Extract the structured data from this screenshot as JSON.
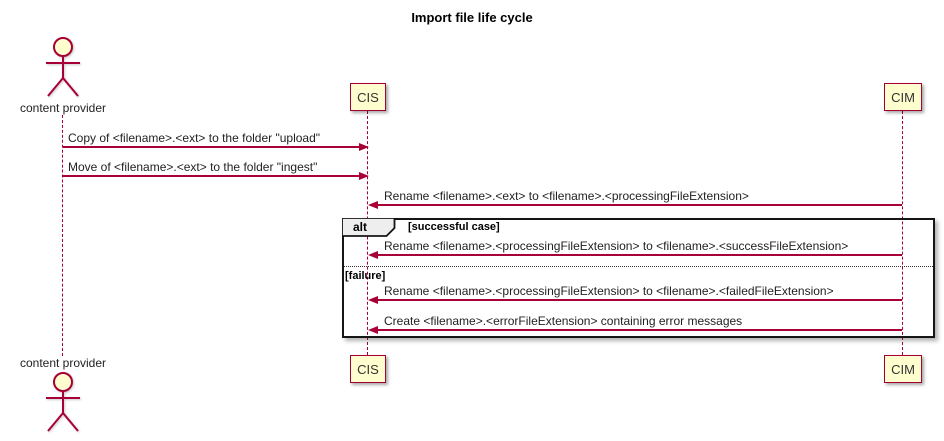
{
  "title": "Import file life cycle",
  "actor": {
    "name": "content provider"
  },
  "participants": [
    {
      "name": "CIS"
    },
    {
      "name": "CIM"
    }
  ],
  "messages": [
    {
      "from": "content provider",
      "to": "CIS",
      "text": "Copy of <filename>.<ext> to the folder \"upload\""
    },
    {
      "from": "content provider",
      "to": "CIS",
      "text": "Move of <filename>.<ext> to the folder \"ingest\""
    },
    {
      "from": "CIM",
      "to": "CIS",
      "text": "Rename <filename>.<ext> to <filename>.<processingFileExtension>"
    },
    {
      "from": "CIM",
      "to": "CIS",
      "text": "Rename <filename>.<processingFileExtension> to <filename>.<successFileExtension>"
    },
    {
      "from": "CIM",
      "to": "CIS",
      "text": "Rename <filename>.<processingFileExtension> to <filename>.<failedFileExtension>"
    },
    {
      "from": "CIM",
      "to": "CIS",
      "text": "Create <filename>.<errorFileExtension> containing error messages"
    }
  ],
  "alt_frame": {
    "operator": "alt",
    "sections": [
      {
        "guard": "[successful case]"
      },
      {
        "guard": "[failure]"
      }
    ]
  },
  "colors": {
    "accent": "#A80036",
    "participant_fill": "#FEFECE",
    "frame_border": "#151515",
    "operator_fill": "#EEEEEE",
    "text": "#222222",
    "background": "#FFFFFF"
  }
}
